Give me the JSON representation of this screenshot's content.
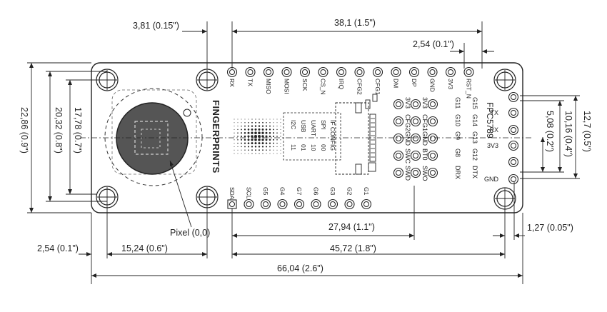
{
  "dimensions": {
    "hole_offset": "3,81 (0.15\")",
    "top_span": "38,1 (1.5\")",
    "pitch_top": "2,54 (0.1\")",
    "height_outer": "22,86 (0.9\")",
    "height_holes": "20,32 (0.8\")",
    "height_pins": "17,78 (0.7\")",
    "right_outer": "12,7 (0.5\")",
    "right_mid": "10,16 (0.4\")",
    "right_inner": "5,08 (0.2\")",
    "span_27": "27,94 (1.1\")",
    "span_1_27": "1,27 (0.05\")",
    "left_2_54": "2,54 (0.1\")",
    "span_15": "15,24 (0.6\")",
    "span_45": "45,72 (1.8\")",
    "total": "66,04 (2.6\")"
  },
  "labels": {
    "pixel": "Pixel (0,0)",
    "brand": "FINGERPRINTS",
    "model": "FPC5789"
  },
  "top_pins": [
    "RX",
    "TX",
    "MISO",
    "MOSI",
    "SCK",
    "CS_N",
    "IRQ",
    "CFG2",
    "CFG1",
    "DM",
    "DP",
    "GND",
    "3V3",
    "RST_N"
  ],
  "bottom_pins": [
    "SDA",
    "SCL",
    "G5",
    "G4",
    "G7",
    "G6",
    "G3",
    "G2",
    "G1"
  ],
  "side_pins": [
    "TX",
    "RX",
    "3V3",
    "GND"
  ],
  "column_labels": {
    "c1": [
      "3V3",
      "CFG2",
      "GND",
      "SWC",
      "SWD"
    ],
    "c2": [
      "3V3",
      "CFG1",
      "GND",
      "BT0",
      "SWO"
    ],
    "c3": [
      "G11",
      "G10",
      "G9",
      "G8",
      "DRX"
    ],
    "c4": [
      "G15",
      "G14",
      "G13",
      "G12",
      "DTX"
    ]
  },
  "if_config": {
    "header": "IF CONFIG",
    "rows": [
      [
        "SPI",
        "00"
      ],
      [
        "UART",
        "10"
      ],
      [
        "USB",
        "01"
      ],
      [
        "I2C",
        "11"
      ]
    ]
  }
}
